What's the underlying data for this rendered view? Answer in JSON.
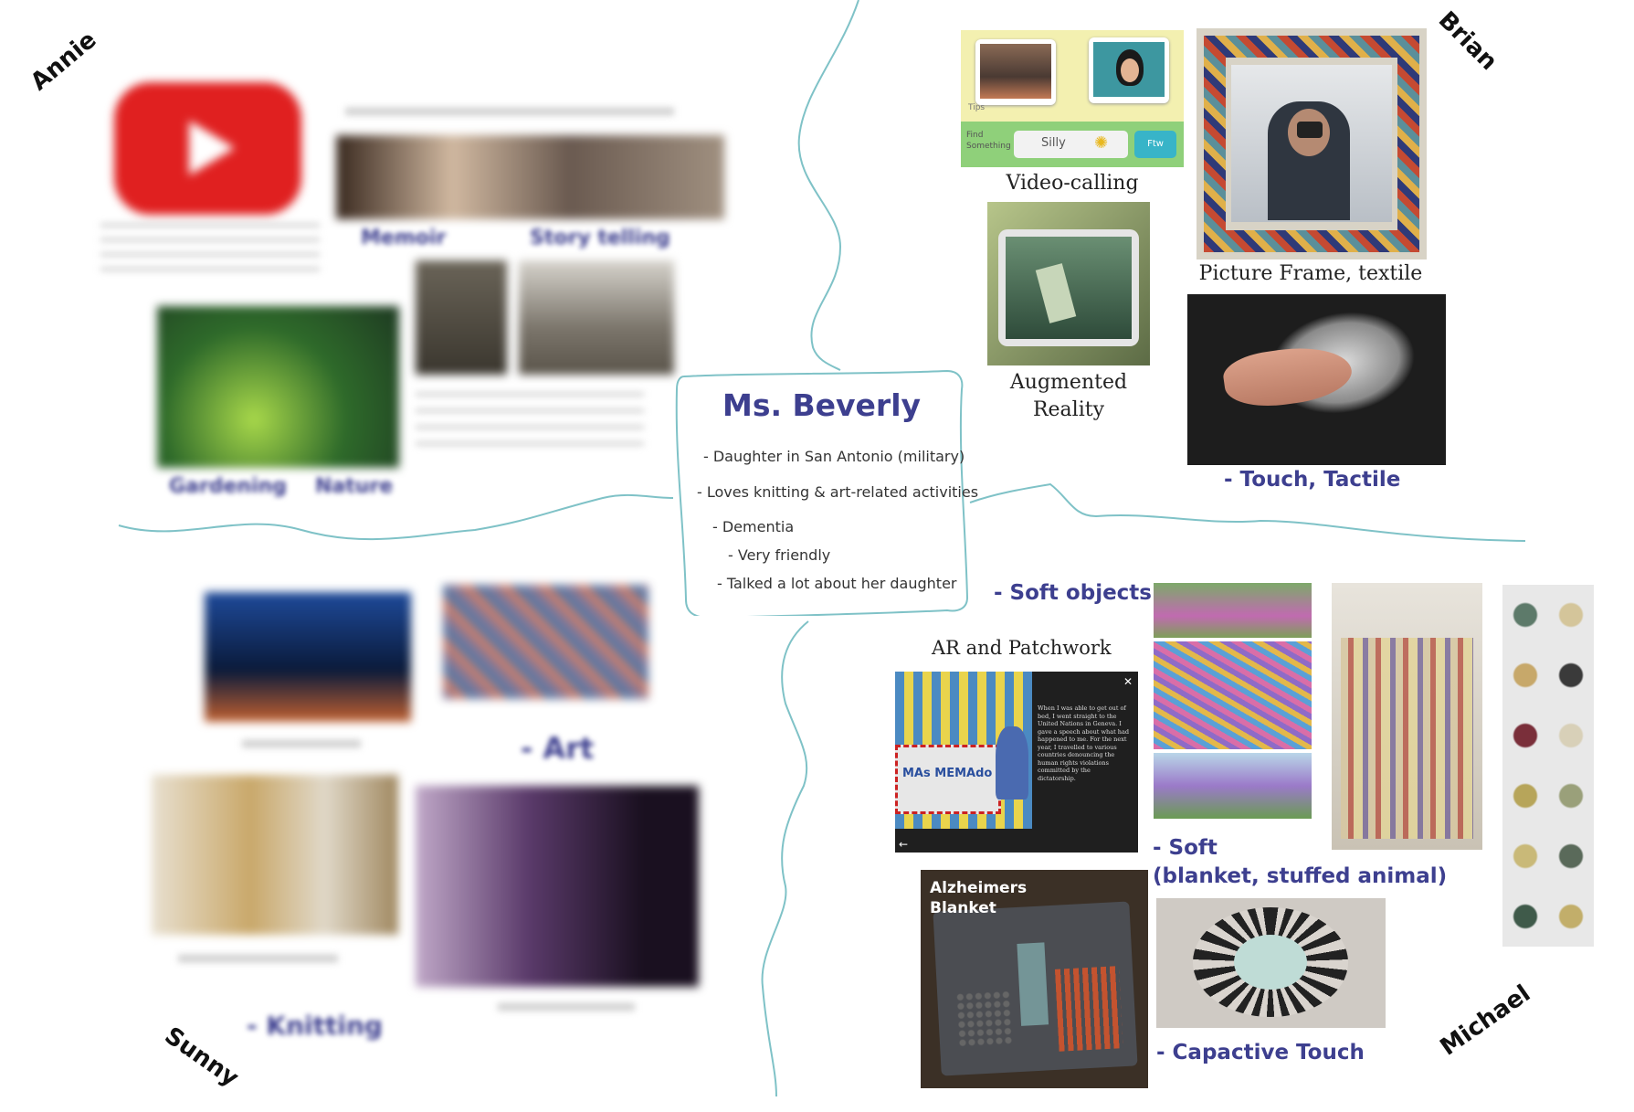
{
  "personas": {
    "annie": "Annie",
    "brian": "Brian",
    "sunny": "Sunny",
    "michael": "Michael"
  },
  "center": {
    "title": "Ms. Beverly",
    "notes": [
      "- Daughter in San Antonio (military)",
      "- Loves knitting & art-related activities",
      "- Dementia",
      "- Very friendly",
      "- Talked a lot about her daughter"
    ]
  },
  "brian": {
    "video_calling": "Video-calling",
    "picture_frame": "Picture Frame, textile",
    "augmented_reality_1": "Augmented",
    "augmented_reality_2": "Reality",
    "touch_tactile": "- Touch, Tactile",
    "video_ui": {
      "tips": "Tips",
      "find_1": "Find",
      "find_2": "Something",
      "word": "Silly",
      "button": "Ftw"
    }
  },
  "michael": {
    "soft_objects": "- Soft objects",
    "ar_patchwork": "AR and Patchwork",
    "soft_1": "- Soft",
    "soft_2": "(blanket, stuffed animal)",
    "blanket_1": "Alzheimers",
    "blanket_2": "Blanket",
    "capactive": "- Capactive Touch",
    "story": "When I was able to get out of bed, I went straight to the United Nations in Geneva. I gave a speech about what had happened to me. For the next year, I travelled to various countries denouncing the human rights violations committed by the dictatorship.",
    "patch_text": "MAs MEMAdo"
  },
  "sunny": {
    "art": "- Art",
    "knitting": "- Knitting"
  },
  "annie": {
    "memoir": "Memoir",
    "story": "Story telling",
    "gardening": "Gardening",
    "nature": "Nature"
  },
  "colors": {
    "accent": "#3d3f8f",
    "line": "#7fc2c7"
  }
}
